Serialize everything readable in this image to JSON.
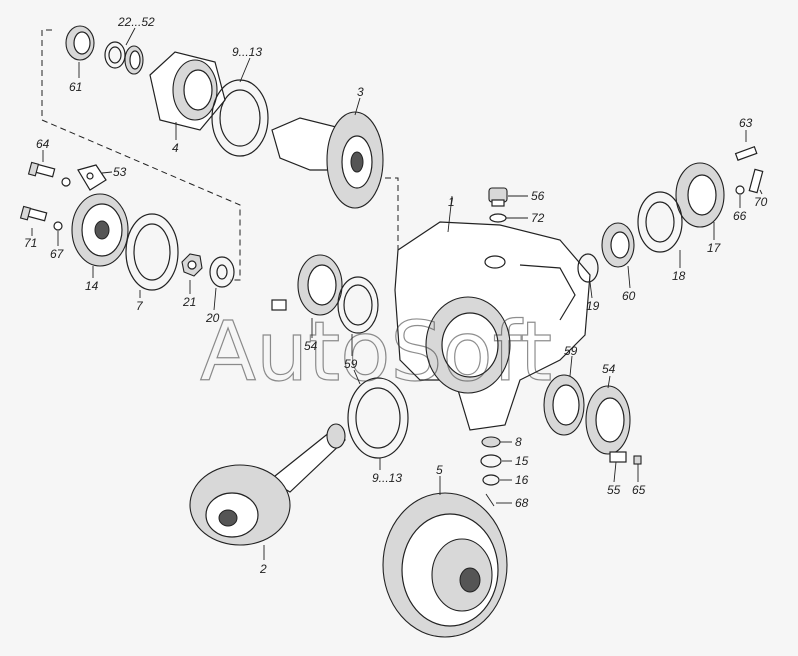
{
  "watermark": "AutoSoft",
  "labels": {
    "l61": "61",
    "l22_52": "22...52",
    "l9_13a": "9...13",
    "l3": "3",
    "l4": "4",
    "l64": "64",
    "l53": "53",
    "l71": "71",
    "l67": "67",
    "l14": "14",
    "l7": "7",
    "l21": "21",
    "l20": "20",
    "l1": "1",
    "l56": "56",
    "l72": "72",
    "l63": "63",
    "l70": "70",
    "l66": "66",
    "l17": "17",
    "l18": "18",
    "l60": "60",
    "l19": "19",
    "l54a": "54",
    "l59a": "59",
    "l59b": "59",
    "l54b": "54",
    "l9_13b": "9...13",
    "l8": "8",
    "l15": "15",
    "l16": "16",
    "l68": "68",
    "l5": "5",
    "l2": "2",
    "l55": "55",
    "l65": "65"
  }
}
